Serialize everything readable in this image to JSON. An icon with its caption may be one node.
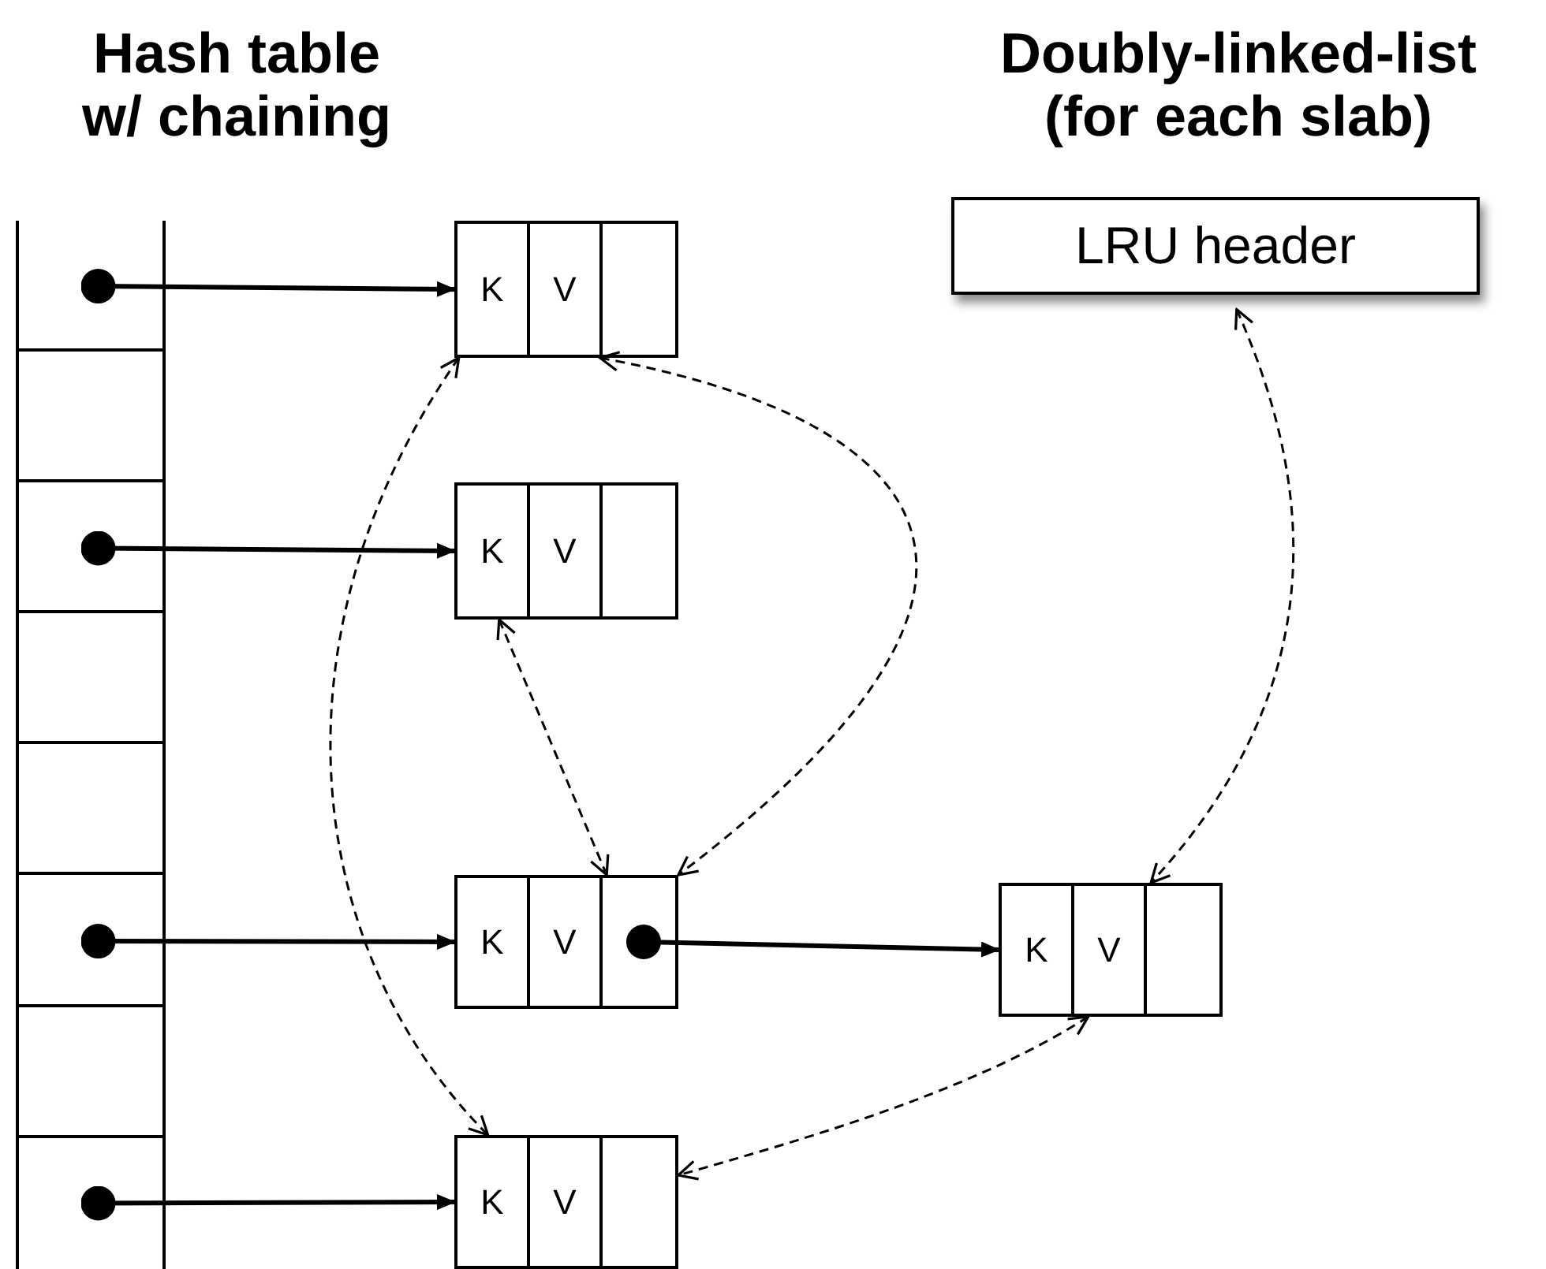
{
  "diagram": {
    "nodes": [
      {
        "text": [],
        "shape": "box",
        "beside": [
          "Hash table w/ chaining"
        ]
      },
      {
        "text": [],
        "shape": "box",
        "in": 0
      },
      {
        "text": [],
        "shape": "box",
        "in": 0
      },
      {
        "text": [],
        "shape": "box",
        "in": 0
      },
      {
        "text": [],
        "shape": "box",
        "in": 0
      },
      {
        "text": [],
        "shape": "box",
        "in": 0
      },
      {
        "text": [],
        "shape": "box",
        "in": 0
      },
      {
        "text": [],
        "shape": "box",
        "in": 0
      },
      {
        "text": [],
        "shape": "box",
        "in": 0
      },
      {
        "text": [
          "K",
          "V"
        ]
      },
      {
        "text": [
          "K",
          "V"
        ]
      },
      {
        "text": [
          "K",
          "V"
        ]
      },
      {
        "text": [
          "K",
          "V"
        ]
      },
      {
        "text": [
          "K",
          "V"
        ]
      },
      {
        "text": [
          "LRU header"
        ],
        "beside": [
          "Doubly-linked-list (for each slab)"
        ]
      }
    ],
    "edges": [
      {
        "from": 1,
        "to": 9,
        "arrow": "to",
        "style": "thick"
      },
      {
        "from": 3,
        "to": 10,
        "arrow": "to",
        "style": "thick"
      },
      {
        "from": 6,
        "to": 11,
        "arrow": "to",
        "style": "thick"
      },
      {
        "from": 8,
        "to": 12,
        "arrow": "to",
        "style": "thick"
      },
      {
        "from": 11,
        "to": 13,
        "arrow": "to",
        "style": "thick"
      },
      {
        "from": 14,
        "to": 13,
        "arrow": "both",
        "style": "dashed"
      },
      {
        "from": 9,
        "to": 12,
        "arrow": "both",
        "style": "dashed"
      },
      {
        "from": 9,
        "to": 11,
        "arrow": "both",
        "style": "dashed"
      },
      {
        "from": 10,
        "to": 11,
        "arrow": "both",
        "style": "dashed"
      },
      {
        "from": 13,
        "to": 12,
        "arrow": "both",
        "style": "dashed"
      }
    ]
  }
}
